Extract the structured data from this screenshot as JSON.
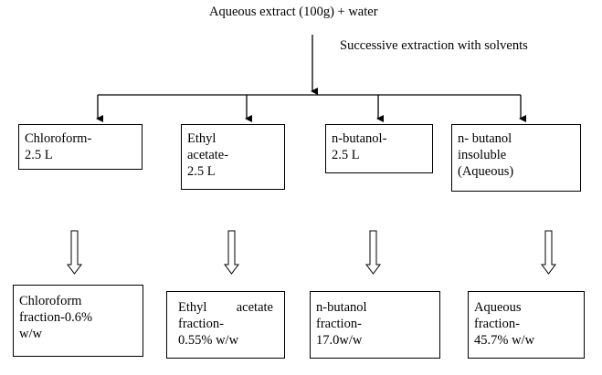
{
  "header": {
    "title": "Aqueous extract (100g) + water",
    "subtitle": "Successive extraction with solvents"
  },
  "solvents": [
    {
      "line1": "Chloroform-",
      "line2": "2.5 L"
    },
    {
      "line1": "Ethyl",
      "line2": "acetate-",
      "line3": "2.5 L"
    },
    {
      "line1": "n-butanol-",
      "line2": "2.5 L"
    },
    {
      "line1": "n- butanol",
      "line2": "insoluble",
      "line3": "(Aqueous)"
    }
  ],
  "fractions": [
    {
      "line1": "Chloroform",
      "line2": "fraction-0.6%",
      "line3": "w/w"
    },
    {
      "line1a": "Ethyl",
      "line1b": "acetate",
      "line2": "fraction-",
      "line3": "0.55% w/w"
    },
    {
      "line1": "n-butanol",
      "line2": "fraction-",
      "line3": "17.0w/w"
    },
    {
      "line1": "Aqueous",
      "line2": "fraction-",
      "line3": "45.7% w/w"
    }
  ]
}
